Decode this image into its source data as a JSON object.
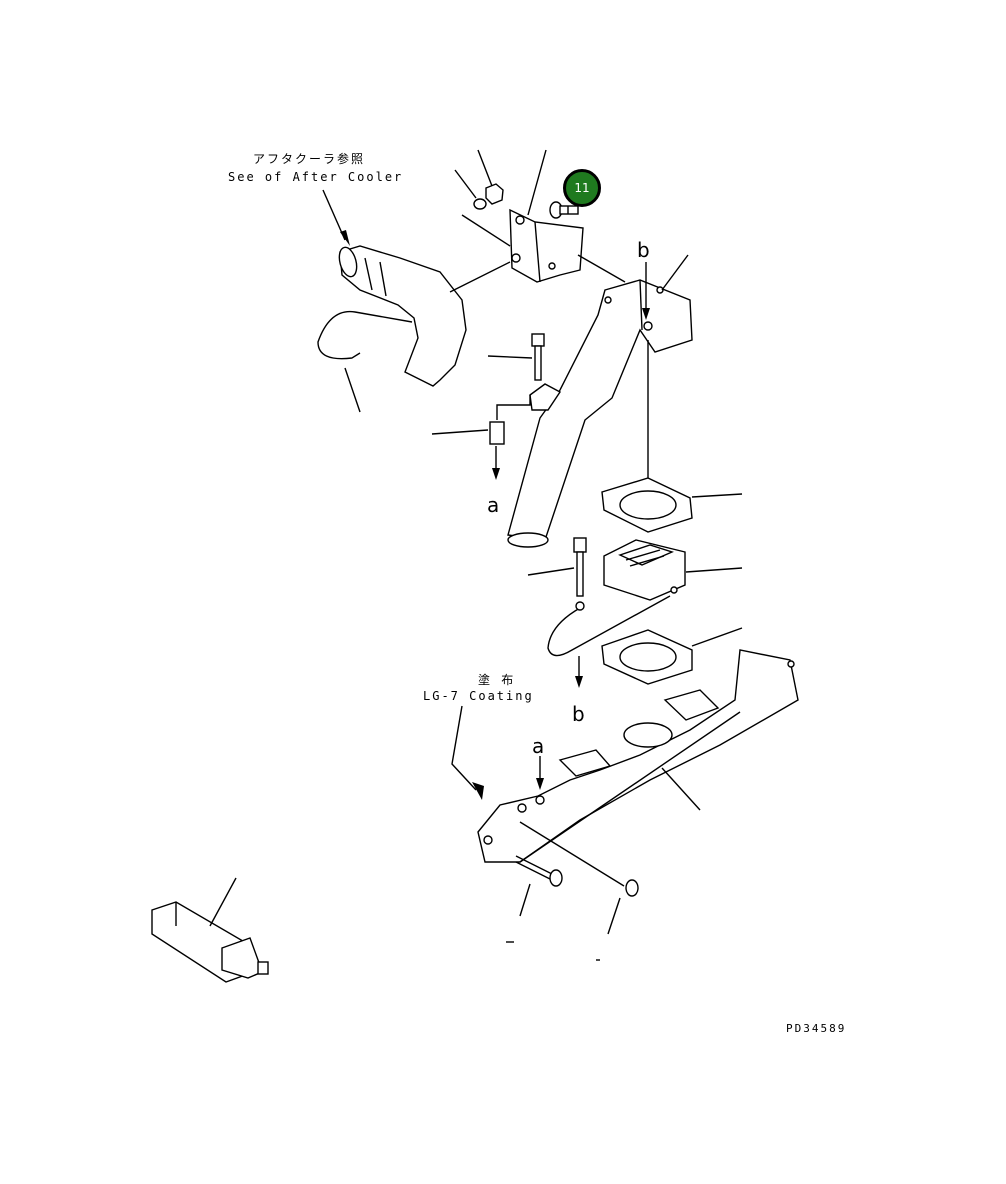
{
  "labels": {
    "after_cooler_jp": "アフタクーラ参照",
    "after_cooler_en": "See of After Cooler",
    "coating_jp": "塗 布",
    "coating_en": "LG-7 Coating",
    "ref_a_upper": "a",
    "ref_a_lower": "a",
    "ref_b_upper": "b",
    "ref_b_lower": "b",
    "drawing_id": "PD34589"
  },
  "callouts": [
    {
      "number": "11",
      "color": "#1f7a1f"
    }
  ]
}
